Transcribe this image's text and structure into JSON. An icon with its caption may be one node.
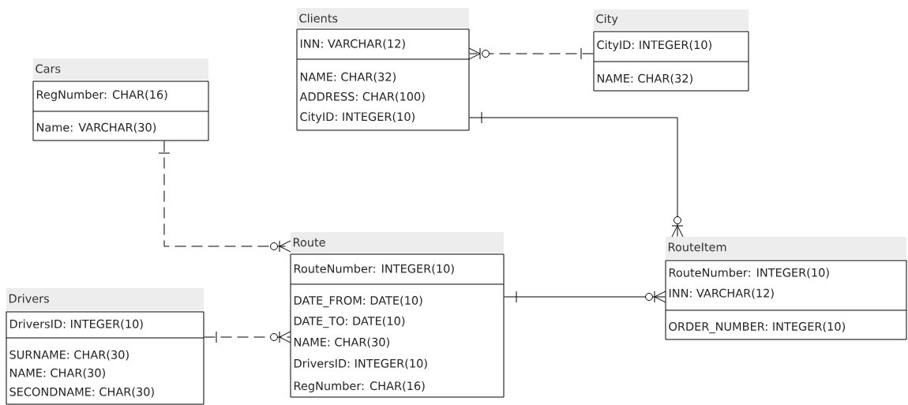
{
  "diagram": {
    "nodes": [
      {
        "text": [
          "Clients",
          "INN: VARCHAR(12)",
          "NAME: CHAR(32)",
          "ADDRESS: CHAR(100)",
          "CityID: INTEGER(10)"
        ]
      },
      {
        "text": [
          "City",
          "CityID: INTEGER(10)",
          "NAME: CHAR(32)"
        ]
      },
      {
        "text": [
          "Cars",
          "RegNumber: CHAR(16)",
          "Name: VARCHAR(30)"
        ]
      },
      {
        "text": [
          "Route",
          "RouteNumber: INTEGER(10)",
          "DATE_FROM: DATE(10)",
          "DATE_TO: DATE(10)",
          "NAME: CHAR(30)",
          "DriversID: INTEGER(10)",
          "RegNumber: CHAR(16)"
        ]
      },
      {
        "text": [
          "RouteItem",
          "RouteNumber: INTEGER(10)",
          "INN: VARCHAR(12)",
          "ORDER_NUMBER: INTEGER(10)"
        ]
      },
      {
        "text": [
          "Drivers",
          "DriversID: INTEGER(10)",
          "SURNAME: CHAR(30)",
          "NAME: CHAR(30)",
          "SECONDNAME: CHAR(30)"
        ]
      }
    ],
    "edges": [
      {
        "from": 1,
        "to": 0,
        "arrow": "other",
        "style": "dashed"
      },
      {
        "from": 0,
        "to": 4,
        "arrow": "other"
      },
      {
        "from": 2,
        "to": 3,
        "arrow": "other",
        "style": "dashed"
      },
      {
        "from": 5,
        "to": 3,
        "arrow": "other",
        "style": "dashed"
      },
      {
        "from": 3,
        "to": 4,
        "arrow": "other"
      }
    ]
  }
}
